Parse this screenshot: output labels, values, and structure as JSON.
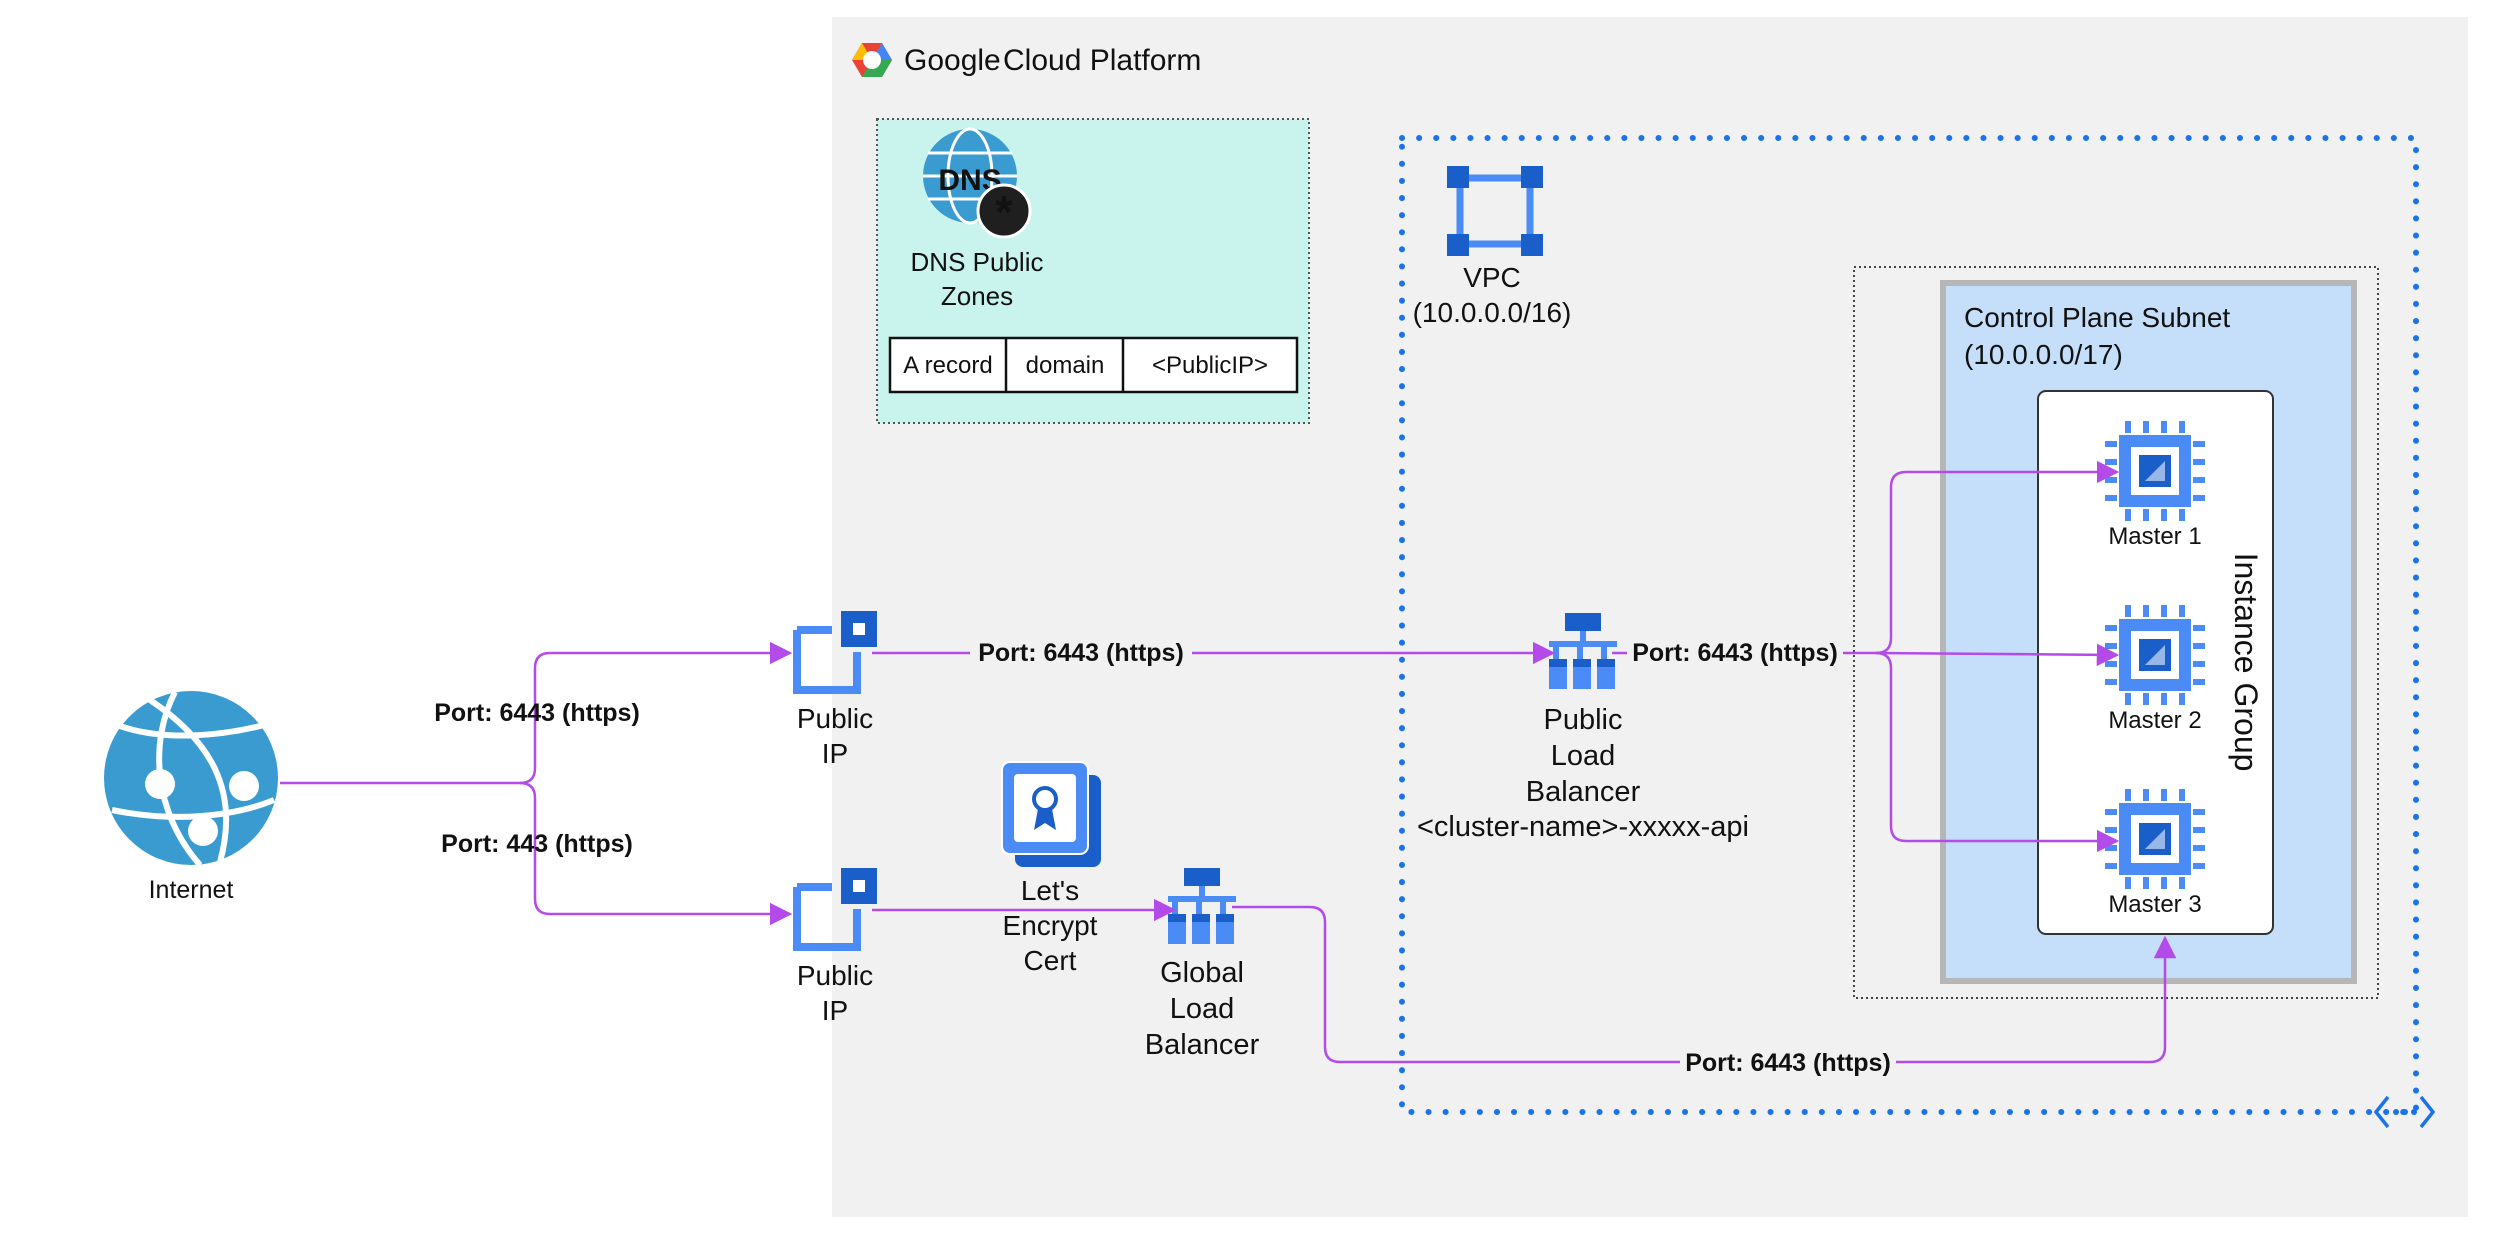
{
  "gcp": {
    "google_word": "Google",
    "product_word": "Cloud Platform"
  },
  "dns": {
    "icon_text": "DNS",
    "label_line1": "DNS Public",
    "label_line2": "Zones",
    "record": [
      "A record",
      "domain",
      "<PublicIP>"
    ]
  },
  "vpc": {
    "label": "VPC",
    "cidr": "(10.0.0.0/16)"
  },
  "subnet": {
    "label": "Control Plane Subnet",
    "cidr": "(10.0.0.0/17)"
  },
  "instance_group": {
    "label": "Instance Group"
  },
  "masters": [
    "Master 1",
    "Master 2",
    "Master 3"
  ],
  "internet": {
    "label": "Internet"
  },
  "public_ip_1": {
    "line1": "Public",
    "line2": "IP"
  },
  "public_ip_2": {
    "line1": "Public",
    "line2": "IP"
  },
  "cert": {
    "line1": "Let's",
    "line2": "Encrypt",
    "line3": "Cert"
  },
  "global_lb": {
    "line1": "Global",
    "line2": "Load",
    "line3": "Balancer"
  },
  "public_lb": {
    "line1": "Public",
    "line2": "Load",
    "line3": "Balancer",
    "line4": "<cluster-name>-xxxxx-api"
  },
  "edges": {
    "internet_to_ip1": "Port: 6443 (https)",
    "internet_to_ip2": "Port: 443 (https)",
    "ip1_to_lb": "Port: 6443 (https)",
    "lb_to_masters": "Port: 6443 (https)",
    "glb_to_master3": "Port: 6443 (https)"
  },
  "colors": {
    "gcp_bg": "#f1f1f1",
    "dns_bg": "#c9f4ed",
    "subnet_bg": "#c5defa",
    "connector": "#b44ae8",
    "vpc_border": "#1a73e8",
    "icon_blue": "#4a8bf5",
    "icon_dark": "#1a5fc9",
    "azure": "#3a9bd0"
  }
}
